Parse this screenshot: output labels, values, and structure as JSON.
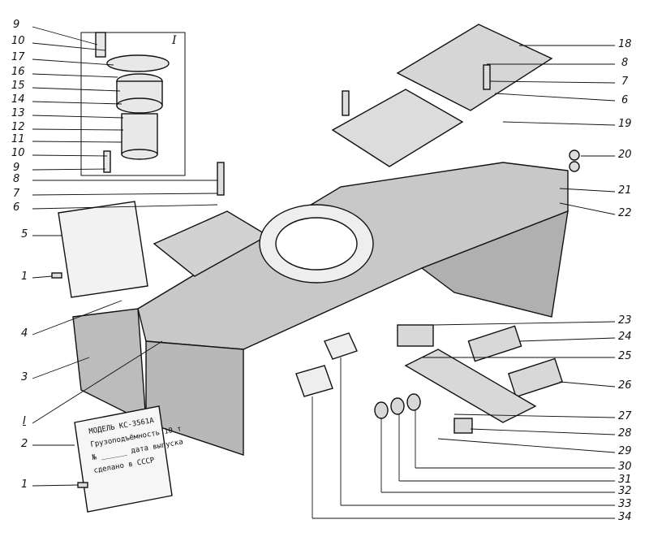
{
  "figure": {
    "callouts_left": [
      "9",
      "10",
      "17",
      "16",
      "15",
      "14",
      "13",
      "12",
      "11",
      "10",
      "9",
      "8",
      "7",
      "6",
      "5",
      "1",
      "4",
      "3",
      "I",
      "2",
      "1"
    ],
    "callouts_right": [
      "18",
      "8",
      "7",
      "6",
      "19",
      "20",
      "21",
      "22",
      "23",
      "24",
      "25",
      "26",
      "27",
      "28",
      "29",
      "30",
      "31",
      "32",
      "33",
      "34"
    ],
    "inset_label": "I",
    "plate_lower": {
      "line1": "МОДЕЛЬ КС-3561А",
      "line2": "Грузоподъёмность 10 т",
      "line3": "№ ______ дата выпуска",
      "line4": "сделано в СССР"
    }
  }
}
